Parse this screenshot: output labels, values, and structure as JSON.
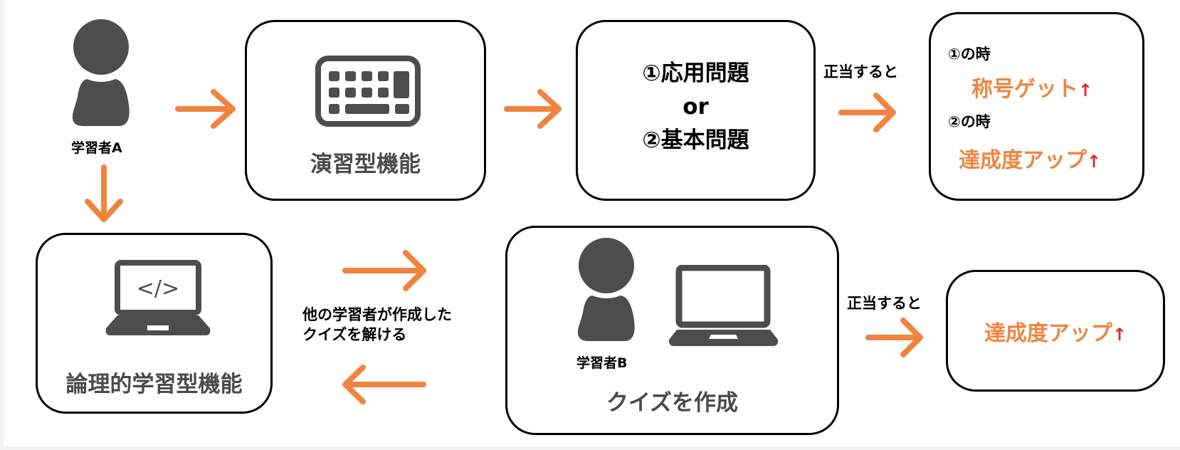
{
  "learner_a": {
    "label": "学習者A",
    "icon": "person-icon"
  },
  "practice_box": {
    "title": "演習型機能",
    "icon": "keyboard-icon"
  },
  "question_box": {
    "line1": "①応用問題",
    "line2": "or",
    "line3": "②基本問題"
  },
  "top_condition": "正当すると",
  "result_box_top": {
    "case1_label": "①の時",
    "case1_result": "称号ゲット",
    "case2_label": "②の時",
    "case2_result": "達成度アップ",
    "up_arrow": "↑"
  },
  "logic_box": {
    "title": "論理的学習型機能",
    "icon": "laptop-code-icon"
  },
  "exchange_text": {
    "line1": "他の学習者が作成した",
    "line2": "クイズを解ける"
  },
  "quiz_box": {
    "learner_label": "学習者B",
    "title": "クイズを作成",
    "icons": [
      "person-icon",
      "laptop-icon"
    ]
  },
  "bottom_condition": "正当すると",
  "result_box_bottom": {
    "result": "達成度アップ",
    "up_arrow": "↑"
  },
  "colors": {
    "arrow": "#ef8441",
    "highlight_text": "#ef8441",
    "up_arrow": "#e8251e",
    "icon": "#4d4d4d",
    "border": "#000000"
  }
}
